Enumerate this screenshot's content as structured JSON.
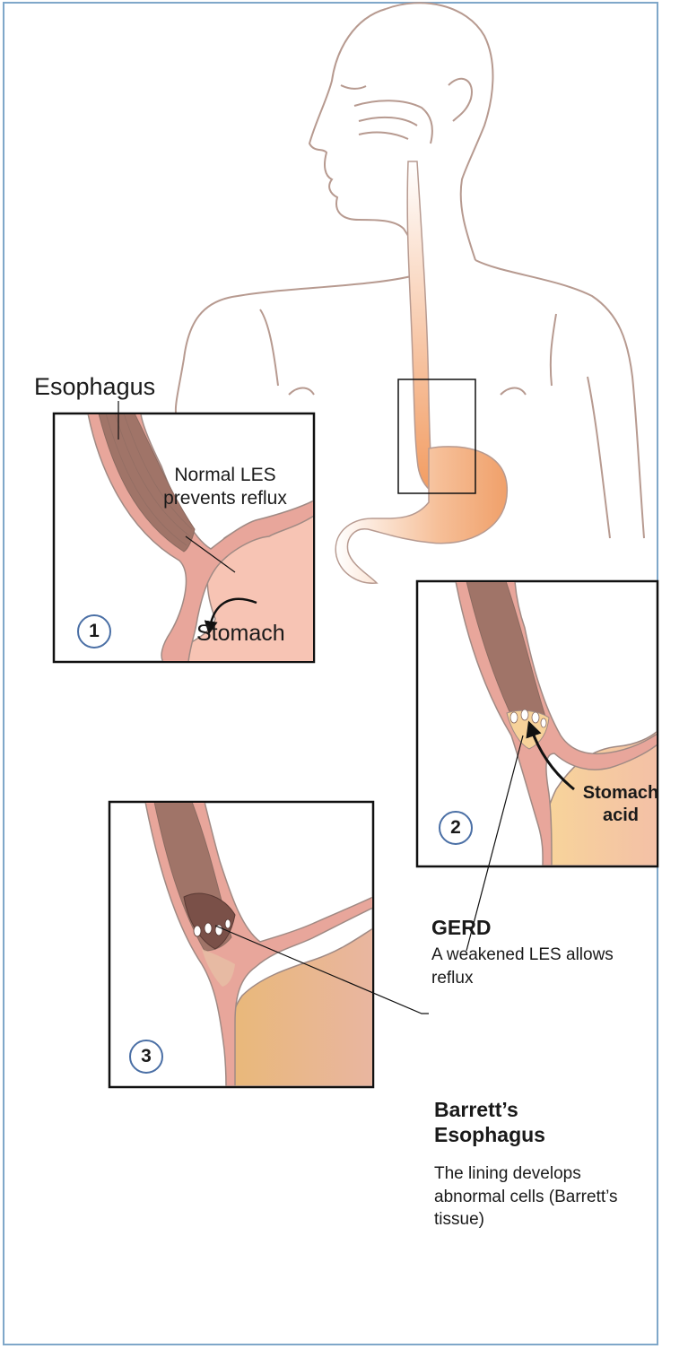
{
  "labels": {
    "esophagus": "Esophagus",
    "normal_les": "Normal LES prevents reflux",
    "stomach": "Stomach",
    "stomach_acid": "Stomach acid",
    "gerd_title": "GERD",
    "gerd_desc": "A weakened LES allows reflux",
    "barrett_title": "Barrett’s Esophagus",
    "barrett_desc": "The lining develops abnormal cells (Barrett’s tissue)"
  },
  "panels": [
    {
      "number": "1"
    },
    {
      "number": "2"
    },
    {
      "number": "3"
    }
  ],
  "colors": {
    "frame": "#7fa7c9",
    "outline": "#a08a84",
    "esophagus_wall": "#e8a69b",
    "esophagus_lumen": "#a07468",
    "stomach_fill": "#f7c4b4",
    "acid_fill": "#f4c98a",
    "badge_ring": "#4a6fa5"
  }
}
